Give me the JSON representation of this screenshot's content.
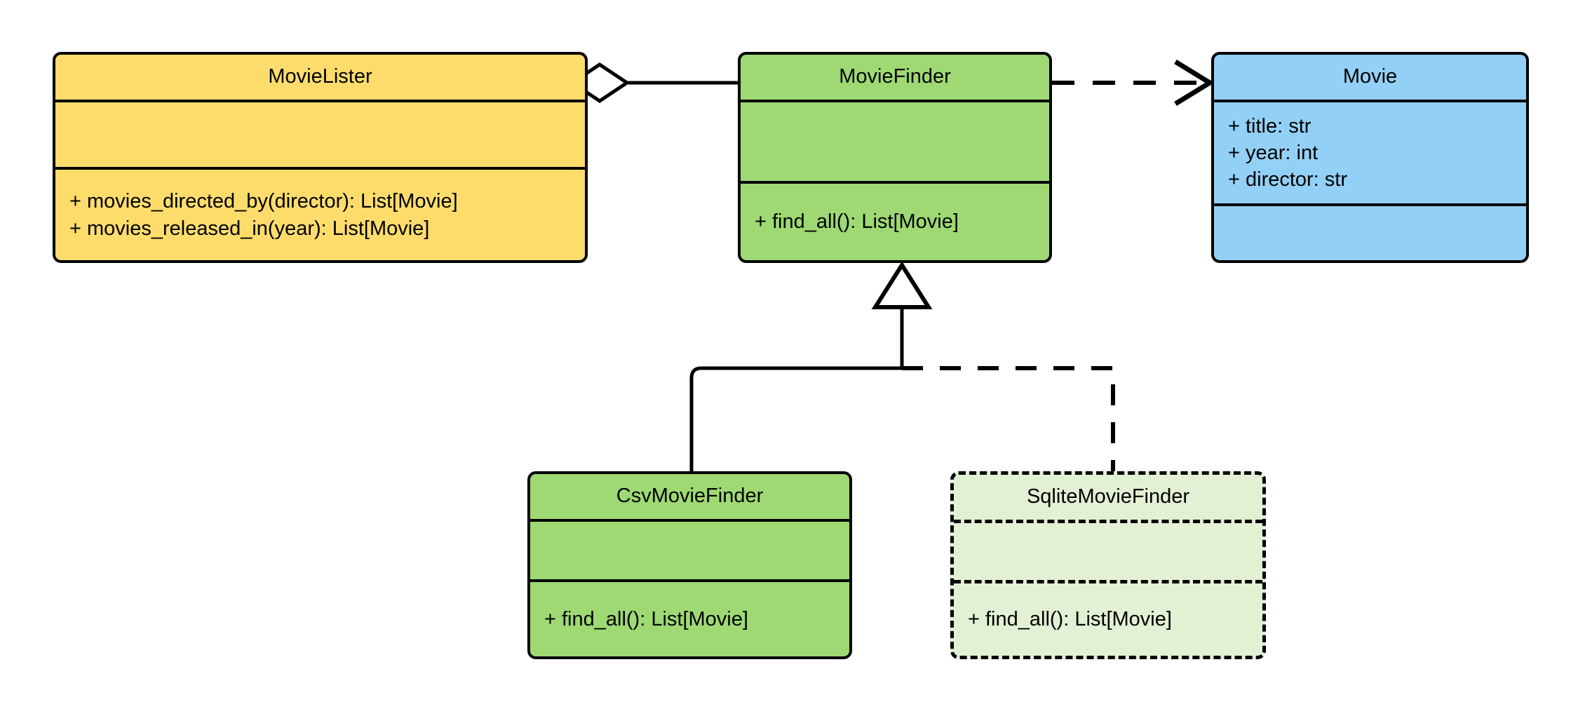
{
  "diagram": {
    "kind": "uml-class-diagram",
    "title": "",
    "background_color": "#ffffff",
    "line_color": "#000000"
  },
  "palette": {
    "yellow": "#FDDC6C",
    "green": "#9ED973",
    "blue": "#93D0F5",
    "pale_green": "#E2F0D4",
    "stroke": "#000000"
  },
  "classes": [
    {
      "id": "movielister",
      "name": "MovieLister",
      "fill": "#FDDC6C",
      "border_style": "solid",
      "attributes": [],
      "methods": [
        "+ movies_directed_by(director): List[Movie]",
        "+ movies_released_in(year): List[Movie]"
      ]
    },
    {
      "id": "moviefinder",
      "name": "MovieFinder",
      "fill": "#9ED973",
      "border_style": "solid",
      "attributes": [],
      "methods": [
        "+ find_all(): List[Movie]"
      ]
    },
    {
      "id": "movie",
      "name": "Movie",
      "fill": "#93D0F5",
      "border_style": "solid",
      "attributes": [
        "+ title: str",
        "+ year: int",
        "+ director: str"
      ],
      "methods": []
    },
    {
      "id": "csvmoviefinder",
      "name": "CsvMovieFinder",
      "fill": "#9ED973",
      "border_style": "solid",
      "attributes": [],
      "methods": [
        "+ find_all(): List[Movie]"
      ]
    },
    {
      "id": "sqlitemoviefinder",
      "name": "SqliteMovieFinder",
      "fill": "#E2F0D4",
      "border_style": "dashed",
      "attributes": [],
      "methods": [
        "+ find_all(): List[Movie]"
      ]
    }
  ],
  "relationships": [
    {
      "id": "lister-finder",
      "type": "aggregation",
      "from": "MovieLister",
      "to": "MovieFinder",
      "line_style": "solid",
      "end_marker": "hollow-diamond",
      "label": ""
    },
    {
      "id": "finder-movie",
      "type": "dependency",
      "from": "MovieFinder",
      "to": "Movie",
      "line_style": "dashed",
      "end_marker": "open-arrow",
      "label": ""
    },
    {
      "id": "csv-finder",
      "type": "inheritance",
      "from": "CsvMovieFinder",
      "to": "MovieFinder",
      "line_style": "solid",
      "end_marker": "hollow-triangle",
      "label": ""
    },
    {
      "id": "sqlite-finder",
      "type": "inheritance",
      "from": "SqliteMovieFinder",
      "to": "MovieFinder",
      "line_style": "dashed",
      "end_marker": "hollow-triangle",
      "label": ""
    }
  ]
}
